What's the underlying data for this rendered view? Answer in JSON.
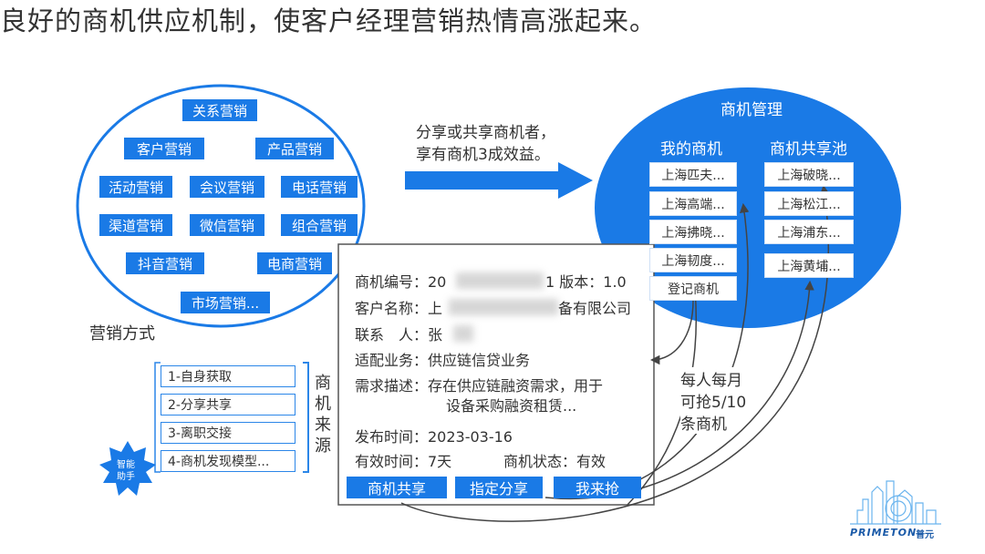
{
  "title": "良好的商机供应机制，使客户经理营销热情高涨起来。",
  "marketing": {
    "items": [
      "关系营销",
      "客户营销",
      "产品营销",
      "活动营销",
      "会议营销",
      "电话营销",
      "渠道营销",
      "微信营销",
      "组合营销",
      "抖音营销",
      "电商营销",
      "市场营销..."
    ],
    "label": "营销方式"
  },
  "arrow_text": {
    "line1": "分享或共享商机者，",
    "line2": "享有商机3成效益。"
  },
  "management": {
    "title": "商机管理",
    "mine_title": "我的商机",
    "pool_title": "商机共享池",
    "mine": [
      "上海匹夫...",
      "上海高端...",
      "上海拂晓...",
      "上海韧度...",
      "登记商机"
    ],
    "pool": [
      "上海破晓...",
      "上海松江...",
      "上海浦东...",
      "上海黄埔..."
    ]
  },
  "card": {
    "l1a": "商机编号：20",
    "l1b": "1 版本：1.0",
    "l2a": "客户名称：上",
    "l2b": "备有限公司",
    "l3a": "联系　人：张",
    "l4": "适配业务：供应链信贷业务",
    "l5": "需求描述：存在供应链融资需求，用于",
    "l6": "设备采购融资租赁...",
    "l7": "发布时间：2023-03-16",
    "l8a": "有效时间：7天",
    "l8b": "商机状态：有效",
    "buttons": [
      "商机共享",
      "指定分享",
      "我来抢"
    ]
  },
  "sources": {
    "items": [
      "1-自身获取",
      "2-分享共享",
      "3-离职交接",
      "4-商机发现模型..."
    ],
    "vertical": [
      "商",
      "机",
      "来",
      "源"
    ],
    "badge1": "智能",
    "badge2": "助手"
  },
  "grab_note": [
    "每人每月",
    "可抢5/10",
    "条商机"
  ],
  "logo": {
    "text": "PRIMETON",
    "cn": "普元"
  },
  "colors": {
    "accent": "#1a7ae6"
  }
}
